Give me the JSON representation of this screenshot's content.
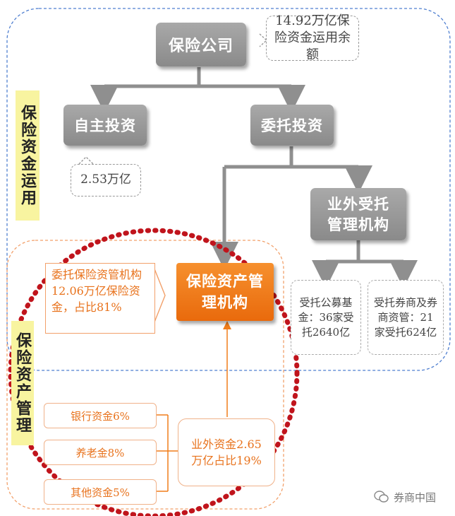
{
  "nodes": {
    "insurance_company": "保险公司",
    "self_investment": "自主投资",
    "entrusted_investment": "委托投资",
    "outside_entrusted": "业外受托管理机构",
    "asset_mgmt_institution": "保险资产管理机构"
  },
  "callouts": {
    "fund_balance": "14.92万亿保险资金运用余额",
    "self_amount": "2.53万亿",
    "entrusted_mgmt": "委托保险资管机构12.06万亿保险资金，占比81%",
    "public_fund": "受托公募基金：36家受托2640亿",
    "broker": "受托券商及券商资管：21家受托624亿",
    "outside_funds": "业外资金2.65万亿占比19%",
    "bank": "银行资金6%",
    "pension": "养老金8%",
    "other": "其他资金5%"
  },
  "labels": {
    "fund_use": "保险资金运用",
    "asset_management": "保险资产管理"
  },
  "watermark": {
    "text": "券商中国",
    "icon": "wechat-icon"
  },
  "colors": {
    "accent_orange": "#f07d1a",
    "dotted_red": "#c0141c",
    "box_gray": "#999999"
  }
}
